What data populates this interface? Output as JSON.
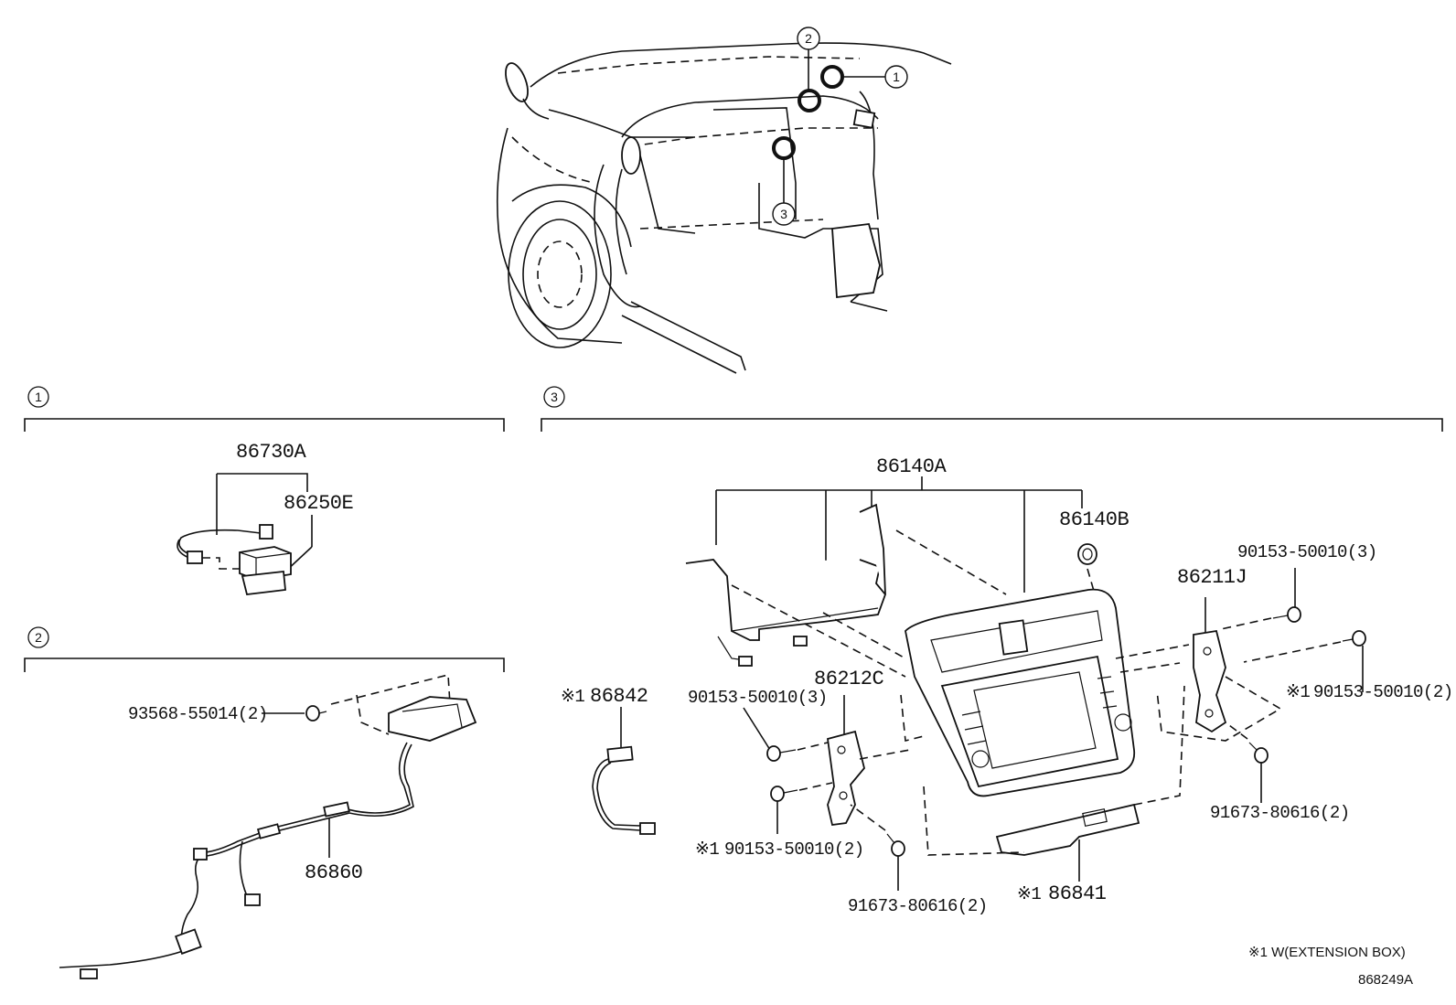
{
  "callouts": {
    "c1": "1",
    "c2": "2",
    "c3": "3"
  },
  "sections": {
    "s1": "1",
    "s2": "2",
    "s3": "3"
  },
  "parts": {
    "p86730A": "86730A",
    "p86250E": "86250E",
    "p93568": "93568-55014(2)",
    "p86860": "86860",
    "p86842": "86842",
    "p86140A": "86140A",
    "p86140B": "86140B",
    "p86211J": "86211J",
    "p86212C": "86212C",
    "p90153_3a": "90153-50010(3)",
    "p90153_3b": "90153-50010(3)",
    "p90153_2a": "90153-50010(2)",
    "p90153_2b": "90153-50010(2)",
    "p91673_a": "91673-80616(2)",
    "p91673_b": "91673-80616(2)",
    "p86841": "86841"
  },
  "marks": {
    "m1": "※1",
    "m2": "※1",
    "m3": "※1",
    "m4": "※1"
  },
  "footnote": "※1 W(EXTENSION BOX)",
  "diagram_id": "868249A"
}
